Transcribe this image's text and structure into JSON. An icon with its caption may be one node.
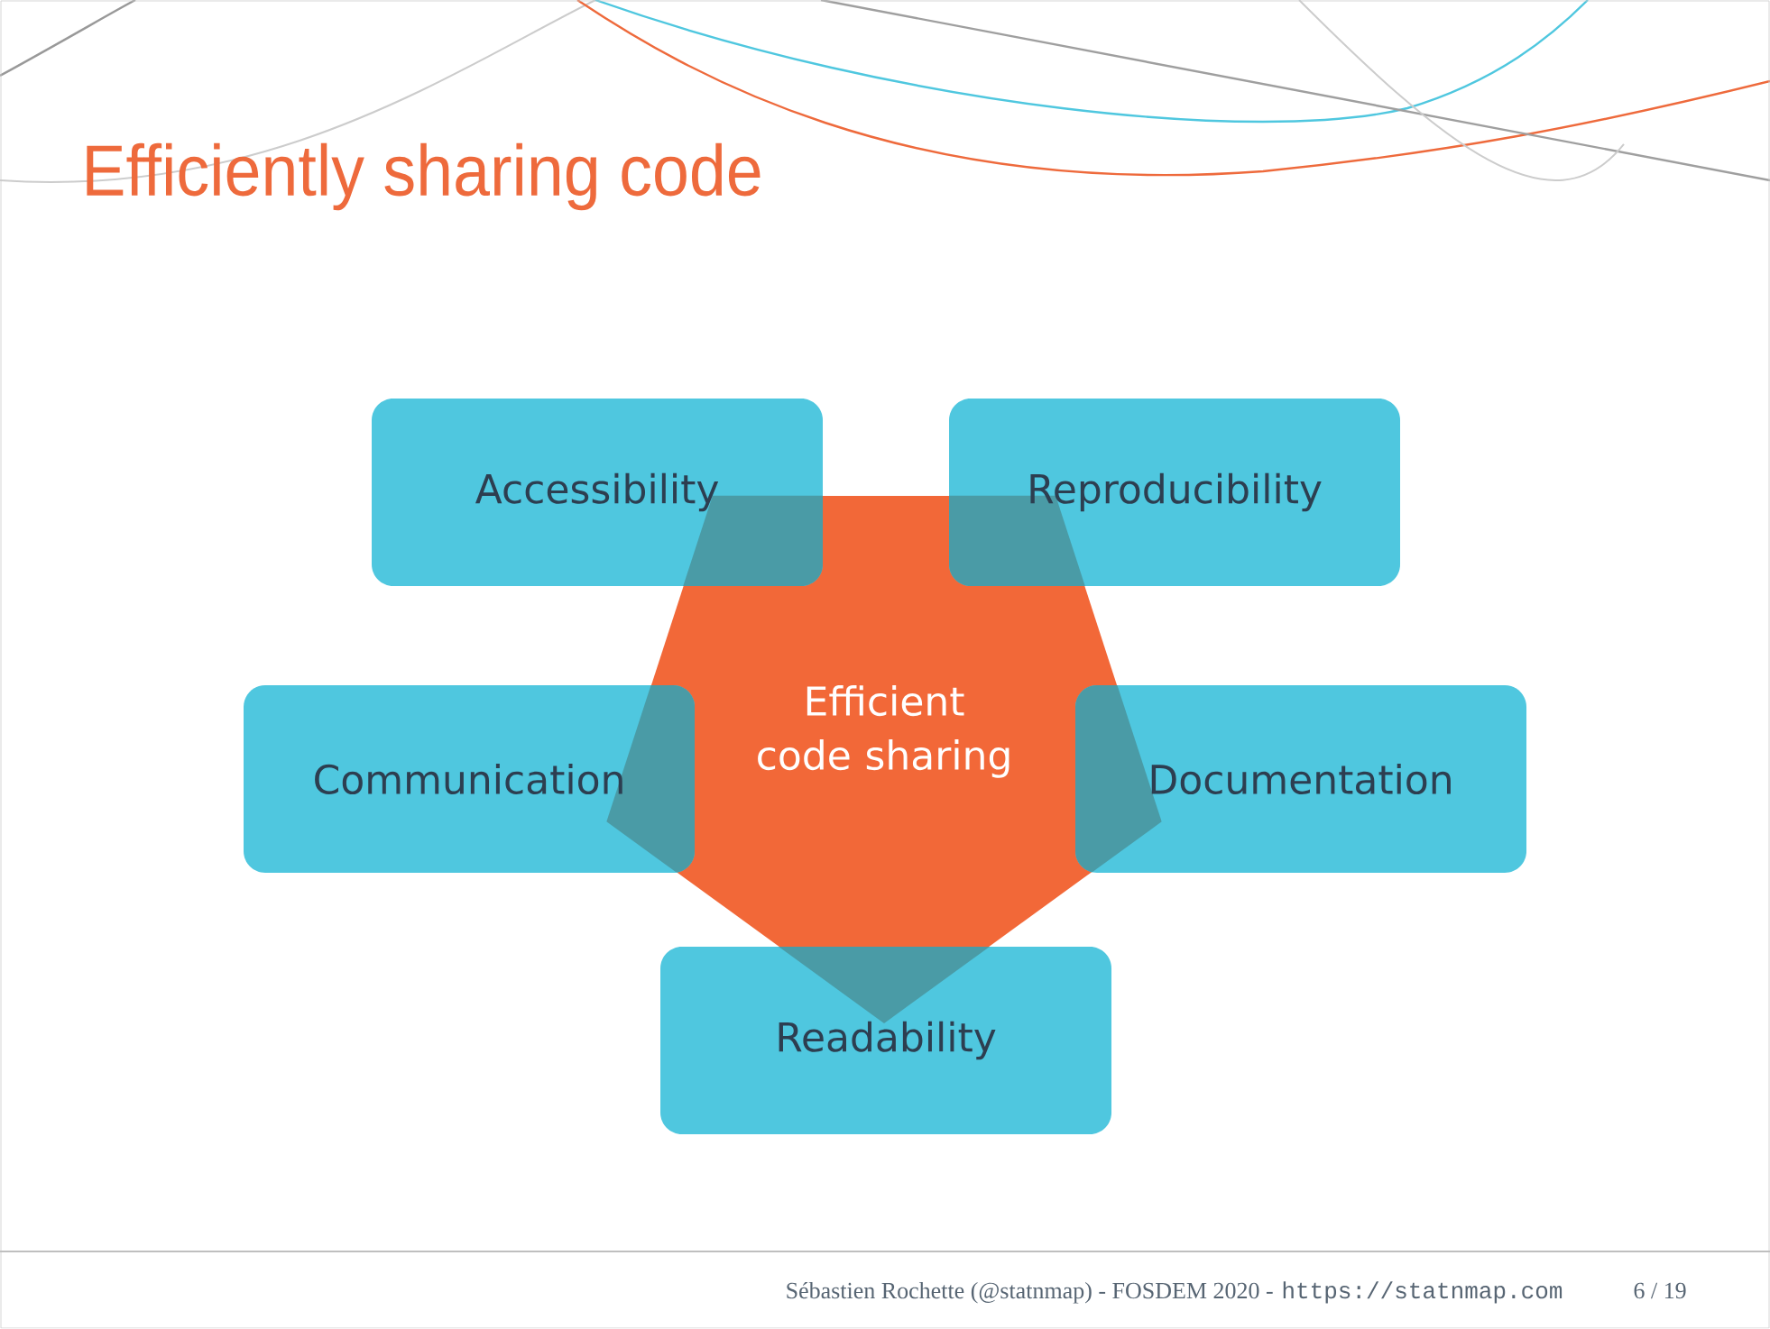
{
  "diagram": {
    "title": "Efficiently sharing code",
    "nodes": [
      {
        "text": [
          "Accessibility"
        ]
      },
      {
        "text": [
          "Reproducibility"
        ]
      },
      {
        "text": [
          "Efficient code sharing"
        ]
      },
      {
        "text": [
          "Communication"
        ]
      },
      {
        "text": [
          "Documentation"
        ]
      },
      {
        "text": [
          "Readability"
        ]
      }
    ],
    "labels": [
      "Sébastien Rochette (@statnmap) - FOSDEM 2020 -",
      "https://statnmap.com",
      "6 / 19"
    ]
  }
}
